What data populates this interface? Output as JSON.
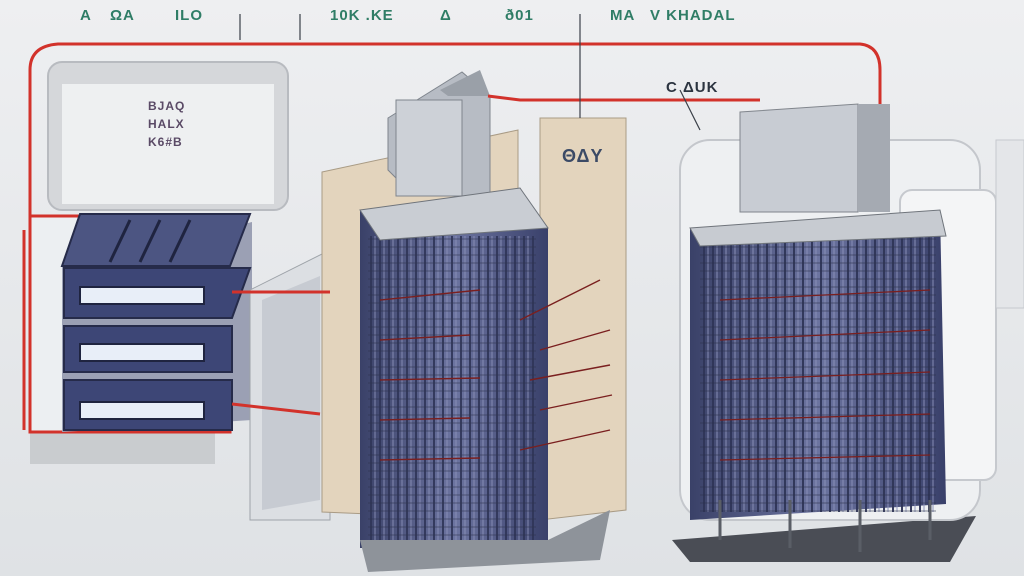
{
  "top_labels": [
    {
      "text": "A"
    },
    {
      "text": "ΩA"
    },
    {
      "text": "ILO"
    },
    {
      "text": "10K .KE"
    },
    {
      "text": "Δ"
    },
    {
      "text": "ð01"
    },
    {
      "text": "MA"
    },
    {
      "text": "V KHADAL"
    }
  ],
  "mid_label": {
    "text": "C ΔUK"
  },
  "panel_labels": [
    "BJAQ",
    "HALX",
    "K6#B"
  ],
  "cabinet_label": {
    "text": "ΘΔY"
  },
  "colors": {
    "red_wire": "#d2322b",
    "rack_blue": "#4f5a86",
    "cabinet_beige": "#e3d4bd",
    "label_green": "#2f7d66"
  }
}
